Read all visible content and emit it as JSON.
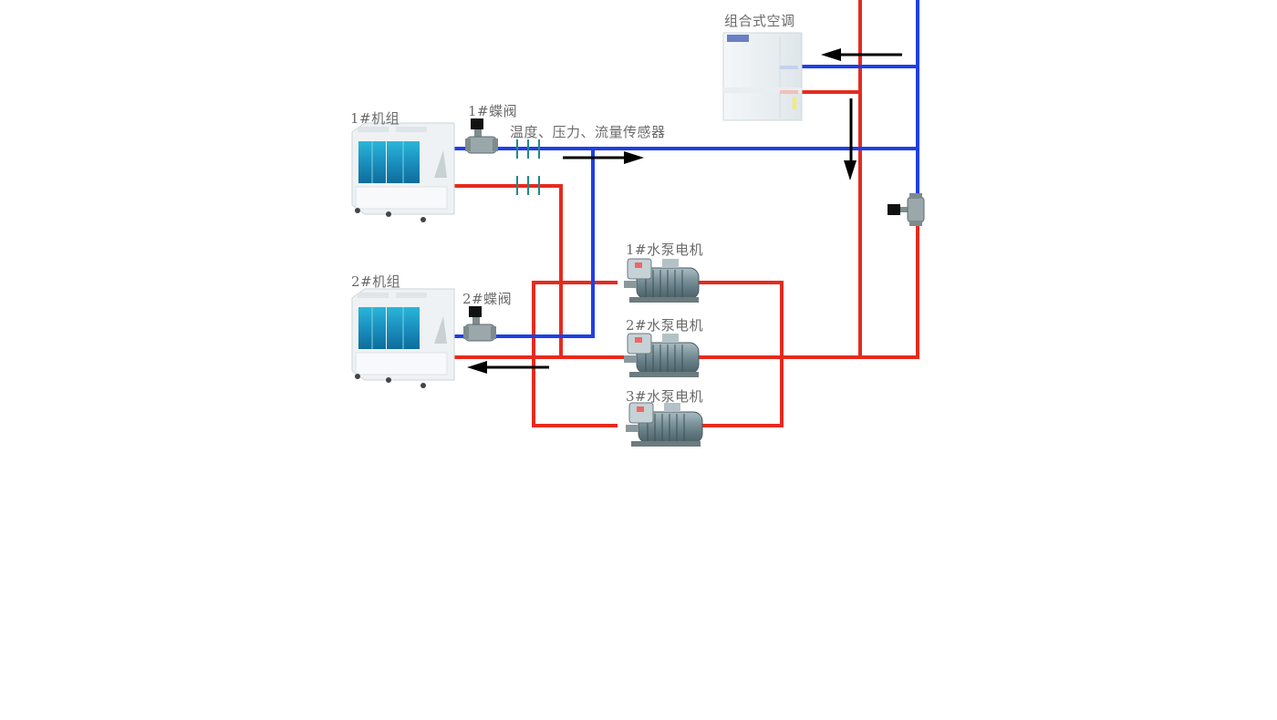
{
  "diagram": {
    "labels": {
      "unit1": "1#机组",
      "unit2": "2#机组",
      "valve1": "1#蝶阀",
      "valve2": "2#蝶阀",
      "sensors": "温度、压力、流量传感器",
      "ahu": "组合式空调",
      "pump1": "1#水泵电机",
      "pump2": "2#水泵电机",
      "pump3": "3#水泵电机"
    },
    "colors": {
      "supply_pipe": "#1f3fe6",
      "return_pipe": "#e52b1e",
      "sensor": "#1f8a8a",
      "arrow": "#000000"
    }
  }
}
